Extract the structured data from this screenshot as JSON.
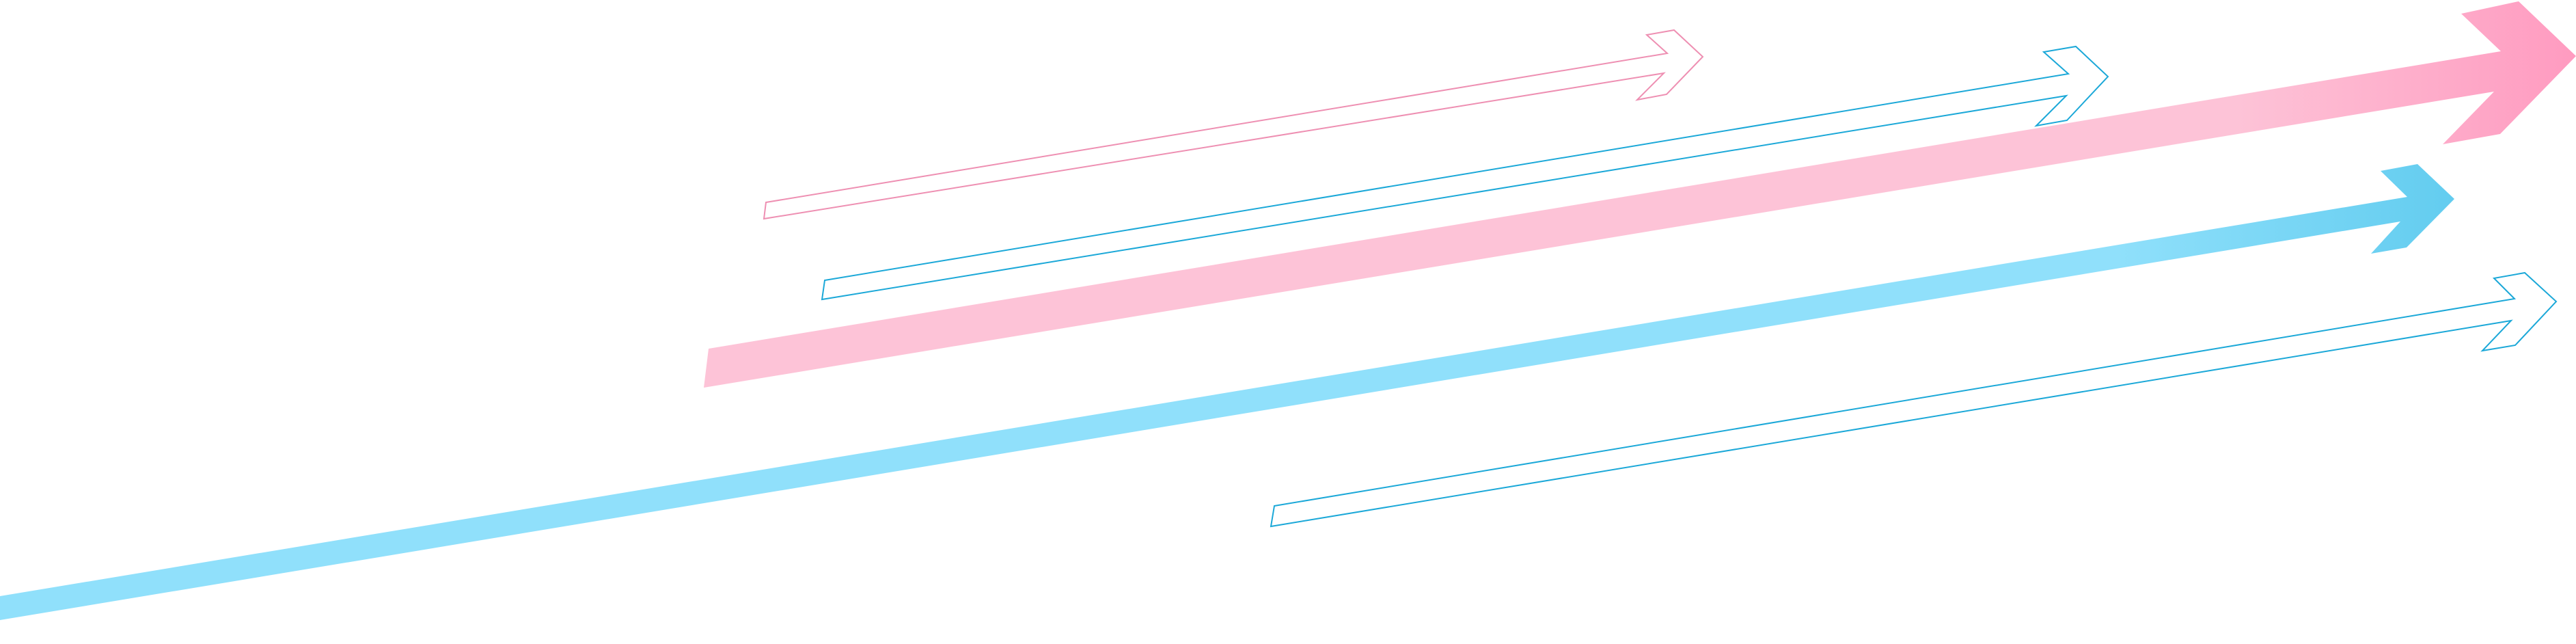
{
  "colors": {
    "background": "#ffffff",
    "pink_light": "#fdc3d7",
    "pink_strong": "#ff9bc0",
    "pink_outline": "#ee8fb2",
    "blue_light": "#90e0fb",
    "blue_strong": "#62ccef",
    "blue_outline": "#1ba8d8"
  },
  "graphics": {
    "arrows": [
      {
        "name": "pink-outline-arrow",
        "style": "outline",
        "color": "pink"
      },
      {
        "name": "blue-outline-arrow-upper",
        "style": "outline",
        "color": "blue"
      },
      {
        "name": "pink-solid-arrow",
        "style": "solid",
        "color": "pink"
      },
      {
        "name": "blue-solid-arrow",
        "style": "solid",
        "color": "blue"
      },
      {
        "name": "blue-outline-arrow-lower",
        "style": "outline",
        "color": "blue"
      }
    ]
  }
}
